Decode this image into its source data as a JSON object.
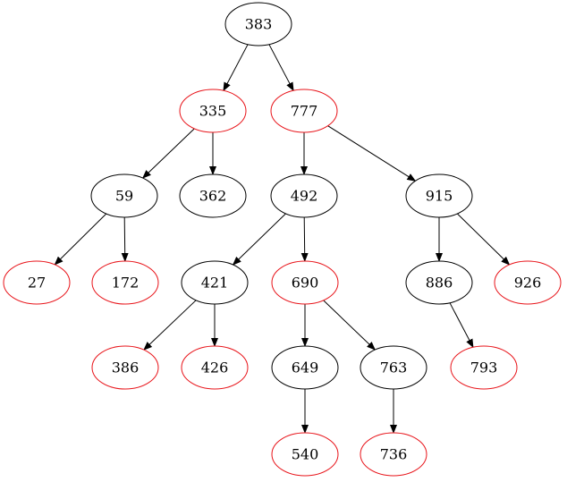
{
  "colors": {
    "black": "#000000",
    "red": "#e8141a"
  },
  "nodes": [
    {
      "id": "383",
      "label": "383",
      "color": "black"
    },
    {
      "id": "335",
      "label": "335",
      "color": "red"
    },
    {
      "id": "777",
      "label": "777",
      "color": "red"
    },
    {
      "id": "59",
      "label": "59",
      "color": "black"
    },
    {
      "id": "362",
      "label": "362",
      "color": "black"
    },
    {
      "id": "492",
      "label": "492",
      "color": "black"
    },
    {
      "id": "915",
      "label": "915",
      "color": "black"
    },
    {
      "id": "27",
      "label": "27",
      "color": "red"
    },
    {
      "id": "172",
      "label": "172",
      "color": "red"
    },
    {
      "id": "421",
      "label": "421",
      "color": "black"
    },
    {
      "id": "690",
      "label": "690",
      "color": "red"
    },
    {
      "id": "886",
      "label": "886",
      "color": "black"
    },
    {
      "id": "926",
      "label": "926",
      "color": "red"
    },
    {
      "id": "386",
      "label": "386",
      "color": "red"
    },
    {
      "id": "426",
      "label": "426",
      "color": "red"
    },
    {
      "id": "649",
      "label": "649",
      "color": "black"
    },
    {
      "id": "763",
      "label": "763",
      "color": "black"
    },
    {
      "id": "793",
      "label": "793",
      "color": "red"
    },
    {
      "id": "540",
      "label": "540",
      "color": "red"
    },
    {
      "id": "736",
      "label": "736",
      "color": "red"
    }
  ],
  "edges": [
    {
      "from": "383",
      "to": "335"
    },
    {
      "from": "383",
      "to": "777"
    },
    {
      "from": "335",
      "to": "59"
    },
    {
      "from": "335",
      "to": "362"
    },
    {
      "from": "777",
      "to": "492"
    },
    {
      "from": "777",
      "to": "915"
    },
    {
      "from": "59",
      "to": "27"
    },
    {
      "from": "59",
      "to": "172"
    },
    {
      "from": "492",
      "to": "421"
    },
    {
      "from": "492",
      "to": "690"
    },
    {
      "from": "915",
      "to": "886"
    },
    {
      "from": "915",
      "to": "926"
    },
    {
      "from": "421",
      "to": "386"
    },
    {
      "from": "421",
      "to": "426"
    },
    {
      "from": "690",
      "to": "649"
    },
    {
      "from": "690",
      "to": "763"
    },
    {
      "from": "886",
      "to": "793"
    },
    {
      "from": "649",
      "to": "540"
    },
    {
      "from": "763",
      "to": "736"
    }
  ]
}
